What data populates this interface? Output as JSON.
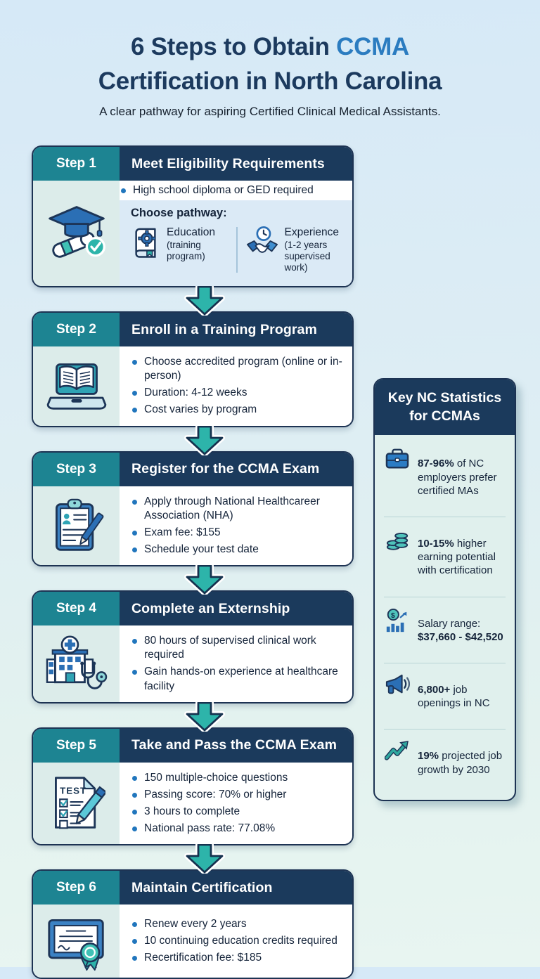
{
  "colors": {
    "navy": "#1b3a5c",
    "teal_badge": "#1d8492",
    "arrow_teal": "#2db4aa",
    "accent_blue": "#2b7cc0",
    "bullet_blue": "#2176bd",
    "mint_panel": "#dcecea",
    "pathway_panel": "#dbeaf6"
  },
  "header": {
    "title_line1_pre": "6 Steps to Obtain ",
    "title_line1_highlight": "CCMA",
    "title_line2": "Certification in North Carolina",
    "subtitle": "A clear pathway for aspiring Certified Clinical Medical Assistants."
  },
  "steps": [
    {
      "badge": "Step 1",
      "title": "Meet Eligibility Requirements",
      "icon": "graduation-cap-diploma-icon",
      "bullets": [
        "High school diploma or GED required"
      ],
      "pathway": {
        "label": "Choose pathway:",
        "options": [
          {
            "icon": "book-gear-icon",
            "name": "Education",
            "detail": "(training program)"
          },
          {
            "icon": "handshake-clock-icon",
            "name": "Experience",
            "detail": "(1-2 years supervised work)"
          }
        ]
      }
    },
    {
      "badge": "Step 2",
      "title": "Enroll in a Training Program",
      "icon": "laptop-book-icon",
      "bullets": [
        "Choose accredited program (online or in-person)",
        "Duration: 4-12 weeks",
        "Cost varies by program"
      ]
    },
    {
      "badge": "Step 3",
      "title": "Register for the CCMA Exam",
      "icon": "clipboard-pen-icon",
      "bullets": [
        "Apply through National Healthcareer Association (NHA)",
        "Exam fee: $155",
        "Schedule your test date"
      ]
    },
    {
      "badge": "Step 4",
      "title": "Complete an Externship",
      "icon": "hospital-stethoscope-icon",
      "bullets": [
        "80 hours of supervised clinical work required",
        "Gain hands-on experience at healthcare facility"
      ]
    },
    {
      "badge": "Step 5",
      "title": "Take and Pass the CCMA Exam",
      "icon": "test-sheet-pencil-icon",
      "bullets": [
        "150 multiple-choice questions",
        "Passing score: 70% or higher",
        "3 hours to complete",
        "National pass rate: 77.08%"
      ]
    },
    {
      "badge": "Step 6",
      "title": "Maintain Certification",
      "icon": "certificate-ribbon-icon",
      "bullets": [
        "Renew every 2 years",
        "10 continuing education credits required",
        "Recertification fee: $185"
      ]
    }
  ],
  "sidebar": {
    "title": "Key NC Statistics for CCMAs",
    "stats": [
      {
        "icon": "briefcase-icon",
        "pre": "",
        "bold": "87-96%",
        "post": " of NC employers prefer certified MAs"
      },
      {
        "icon": "coins-icon",
        "pre": "",
        "bold": "10-15%",
        "post": " higher earning potential with certification"
      },
      {
        "icon": "salary-chart-icon",
        "pre": "Salary range: ",
        "bold": "$37,660 - $42,520",
        "post": ""
      },
      {
        "icon": "megaphone-icon",
        "pre": "",
        "bold": "6,800+",
        "post": " job openings in NC"
      },
      {
        "icon": "growth-arrow-icon",
        "pre": "",
        "bold": "19%",
        "post": " projected job growth by 2030"
      }
    ]
  }
}
